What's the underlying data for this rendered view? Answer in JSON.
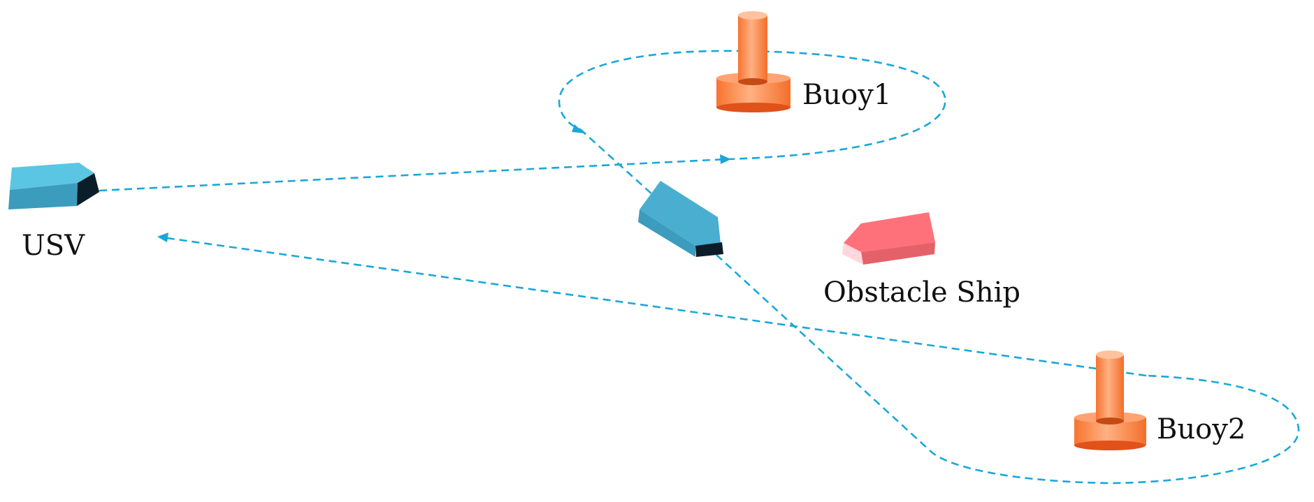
{
  "labels": {
    "usv": "USV",
    "buoy1": "Buoy1",
    "buoy2": "Buoy2",
    "obstacle": "Obstacle Ship"
  },
  "colors": {
    "path": "#1aa7d8",
    "usv_top": "#5bc6e3",
    "usv_side": "#3c9cbd",
    "usv_bow": "#0b1d28",
    "buoy_light": "#ffb183",
    "buoy_dark": "#e4561b",
    "obstacle_top": "#ff717a",
    "obstacle_side": "#e4616a",
    "obstacle_stern": "#ffd7dc"
  }
}
